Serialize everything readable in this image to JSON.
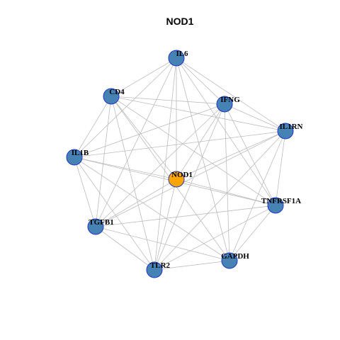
{
  "title": "NOD1",
  "colors": {
    "node_default": "#4682B4",
    "node_hub": "#FFA500",
    "node_border": "#1F35C9",
    "edge": "#BDBDBD",
    "background": "#FFFFFF"
  },
  "network": {
    "hub": "NOD1",
    "nodes": [
      {
        "id": "IL6",
        "label": "IL6",
        "role": "gene"
      },
      {
        "id": "CD4",
        "label": "CD4",
        "role": "gene"
      },
      {
        "id": "IFNG",
        "label": "IFNG",
        "role": "gene"
      },
      {
        "id": "IL1RN",
        "label": "IL1RN",
        "role": "gene"
      },
      {
        "id": "IL1B",
        "label": "IL1B",
        "role": "gene"
      },
      {
        "id": "NOD1",
        "label": "NOD1",
        "role": "hub"
      },
      {
        "id": "TNFRSF1A",
        "label": "TNFRSF1A",
        "role": "gene"
      },
      {
        "id": "TGFB1",
        "label": "TGFB1",
        "role": "gene"
      },
      {
        "id": "GAPDH",
        "label": "GAPDH",
        "role": "gene"
      },
      {
        "id": "TLR2",
        "label": "TLR2",
        "role": "gene"
      }
    ],
    "edges": [
      [
        "IL6",
        "CD4"
      ],
      [
        "IL6",
        "IFNG"
      ],
      [
        "IL6",
        "IL1RN"
      ],
      [
        "IL6",
        "IL1B"
      ],
      [
        "IL6",
        "NOD1"
      ],
      [
        "IL6",
        "TNFRSF1A"
      ],
      [
        "IL6",
        "TGFB1"
      ],
      [
        "IL6",
        "GAPDH"
      ],
      [
        "IL6",
        "TLR2"
      ],
      [
        "CD4",
        "IFNG"
      ],
      [
        "CD4",
        "IL1RN"
      ],
      [
        "CD4",
        "IL1B"
      ],
      [
        "CD4",
        "NOD1"
      ],
      [
        "CD4",
        "TNFRSF1A"
      ],
      [
        "CD4",
        "TGFB1"
      ],
      [
        "CD4",
        "GAPDH"
      ],
      [
        "CD4",
        "TLR2"
      ],
      [
        "IFNG",
        "IL1RN"
      ],
      [
        "IFNG",
        "IL1B"
      ],
      [
        "IFNG",
        "NOD1"
      ],
      [
        "IFNG",
        "TNFRSF1A"
      ],
      [
        "IFNG",
        "TGFB1"
      ],
      [
        "IFNG",
        "GAPDH"
      ],
      [
        "IFNG",
        "TLR2"
      ],
      [
        "IL1RN",
        "IL1B"
      ],
      [
        "IL1RN",
        "NOD1"
      ],
      [
        "IL1RN",
        "TNFRSF1A"
      ],
      [
        "IL1RN",
        "TGFB1"
      ],
      [
        "IL1RN",
        "GAPDH"
      ],
      [
        "IL1RN",
        "TLR2"
      ],
      [
        "IL1B",
        "NOD1"
      ],
      [
        "IL1B",
        "TNFRSF1A"
      ],
      [
        "IL1B",
        "TGFB1"
      ],
      [
        "IL1B",
        "GAPDH"
      ],
      [
        "IL1B",
        "TLR2"
      ],
      [
        "NOD1",
        "TNFRSF1A"
      ],
      [
        "NOD1",
        "TGFB1"
      ],
      [
        "NOD1",
        "TLR2"
      ],
      [
        "TNFRSF1A",
        "TGFB1"
      ],
      [
        "TNFRSF1A",
        "GAPDH"
      ],
      [
        "TNFRSF1A",
        "TLR2"
      ],
      [
        "TGFB1",
        "GAPDH"
      ],
      [
        "TGFB1",
        "TLR2"
      ],
      [
        "GAPDH",
        "TLR2"
      ]
    ]
  }
}
